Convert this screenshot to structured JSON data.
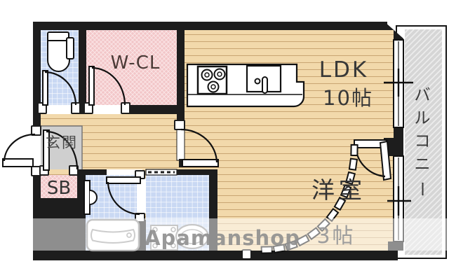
{
  "floorplan": {
    "title": "apartment-floorplan",
    "labels": {
      "wcl": "W-CL",
      "ldk": "LDK",
      "ldk_size": "10帖",
      "genkan": "玄関",
      "sb": "SB",
      "western_room": "洋室",
      "western_room_size": "3帖",
      "balcony_chars": [
        "バ",
        "ル",
        "コ",
        "ニ",
        "ー"
      ],
      "watermark": "Apamanshop"
    },
    "rooms": [
      {
        "name": "LDK",
        "size": "10帖"
      },
      {
        "name": "洋室",
        "size": "3帖"
      },
      {
        "name": "W-CL"
      },
      {
        "name": "玄関"
      },
      {
        "name": "SB"
      },
      {
        "name": "バルコニー"
      }
    ],
    "fixtures": [
      "toilet",
      "kitchen-stove",
      "kitchen-sink",
      "bathtub",
      "washing-machine",
      "wash-basin"
    ],
    "colors": {
      "wall": "#1d1d1d",
      "wood_floor": "#f2d9ab",
      "wood_line": "#c9a674",
      "tile_blue": "#c9d8f3",
      "pink_hatch": "#f2c6c8",
      "balcony_gray": "#d6d6d6",
      "genkan_gray": "#cfcfcf",
      "text_dark": "#3a3a3a",
      "watermark_gray": "#8f8f8f"
    }
  }
}
